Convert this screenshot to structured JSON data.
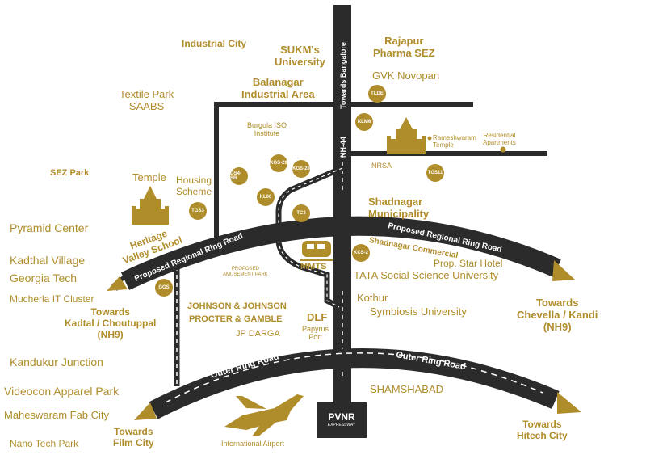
{
  "colors": {
    "gold": "#b08d2b",
    "road": "#2b2b2b",
    "dash": "#ffffff"
  },
  "roads": {
    "nh44_top": "Towards Bangalore",
    "nh44_mid": "NH-44",
    "nh44_low": "NH-44",
    "prr_left": "Proposed Regional Ring Road",
    "prr_right": "Proposed Regional Ring Road",
    "orr_left": "Outer Ring Road",
    "orr_right": "Outer Ring Road"
  },
  "places": {
    "industrial_city": "Industrial City",
    "sukm": "SUKM's\nUniversity",
    "rajapur": "Rajapur\nPharma SEZ",
    "gvk": "GVK Novopan",
    "balanagar": "Balanagar\nIndustrial Area",
    "textile": "Textile Park\nSAABS",
    "burgula": "Burgula ISO\nInstitute",
    "rameshwaram": "Rameshwaram\nTemple",
    "residential": "Residential\nApartments",
    "nrsa": "NRSA",
    "sez": "SEZ Park",
    "temple": "Temple",
    "housing": "Housing\nScheme",
    "shadnagar_muni": "Shadnagar\nMunicipality",
    "pyramid": "Pyramid Center",
    "heritage": "Heritage\nValley School",
    "mmts": "MMTS",
    "shadnagar_comm": "Shadnagar Commercial",
    "star_hotel": "Prop. Star Hotel",
    "kadthal": "Kadthal Village",
    "georgia": "Georgia Tech",
    "proposed_amusement": "PROPOSED\nAMUSEMENT PARK",
    "tata": "TATA Social Science University",
    "mucherla": "Mucherla IT Cluster",
    "towards_kadtal": "Towards\nKadtal / Choutuppal\n(NH9)",
    "jj": "JOHNSON & JOHNSON",
    "pg": "PROCTER & GAMBLE",
    "jp": "JP DARGA",
    "dlf": "DLF",
    "papyrus": "Papyrus\nPort",
    "kothur": "Kothur",
    "symbiosis": "Symbiosis University",
    "towards_chevella": "Towards\nChevella / Kandi\n(NH9)",
    "kandukur": "Kandukur Junction",
    "videocon": "Videocon Apparel Park",
    "shamshabad": "SHAMSHABAD",
    "maheswaram": "Maheswaram  Fab City",
    "nanotech": "Nano Tech Park",
    "towards_film": "Towards\nFilm City",
    "airport": "International  Airport",
    "pvnr": "PVNR",
    "pvnr_sub": "EXPRESSWAY",
    "towards_hitech": "Towards\nHitech City"
  },
  "badges": {
    "tlde": "TLDE",
    "klm": "KLM6",
    "kgs29": "KGS-29",
    "kgs28": "KGS-28",
    "gs": "GS4-SB",
    "kl": "KL60",
    "tgs11": "TGS11",
    "tgs3": "TGS3",
    "tc3": "TC3",
    "kcs2": "KCS-2",
    "ggs": "GGS"
  }
}
